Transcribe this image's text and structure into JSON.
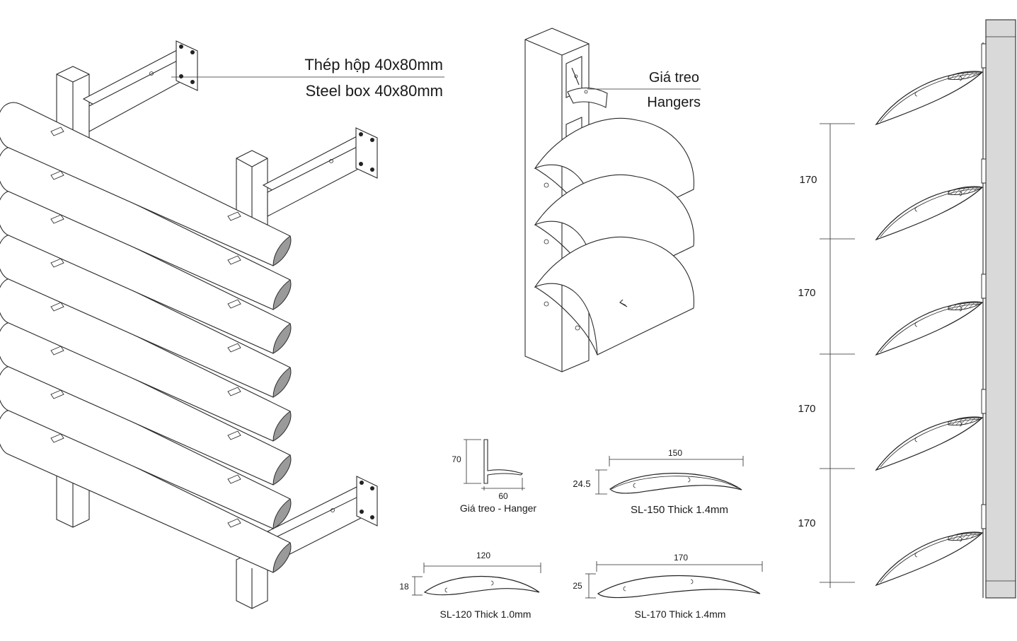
{
  "labels": {
    "steel_box_vi": "Thép hộp 40x80mm",
    "steel_box_en": "Steel box 40x80mm",
    "hanger_vi": "Giá treo",
    "hanger_en": "Hangers"
  },
  "hanger_detail": {
    "height_dim": "70",
    "width_dim": "60",
    "caption": "Giá treo -  Hanger"
  },
  "profiles": {
    "sl150": {
      "width_dim": "150",
      "height_dim": "24.5",
      "caption": "SL-150 Thick 1.4mm"
    },
    "sl120": {
      "width_dim": "120",
      "height_dim": "18",
      "caption": "SL-120 Thick 1.0mm"
    },
    "sl170": {
      "width_dim": "170",
      "height_dim": "25",
      "caption": "SL-170 Thick 1.4mm"
    }
  },
  "section_spacing": [
    "170",
    "170",
    "170",
    "170"
  ],
  "colors": {
    "line": "#2a2a2a",
    "louver_end_shade": "#9a9a9a",
    "wall_fill": "#d9d9d9"
  }
}
